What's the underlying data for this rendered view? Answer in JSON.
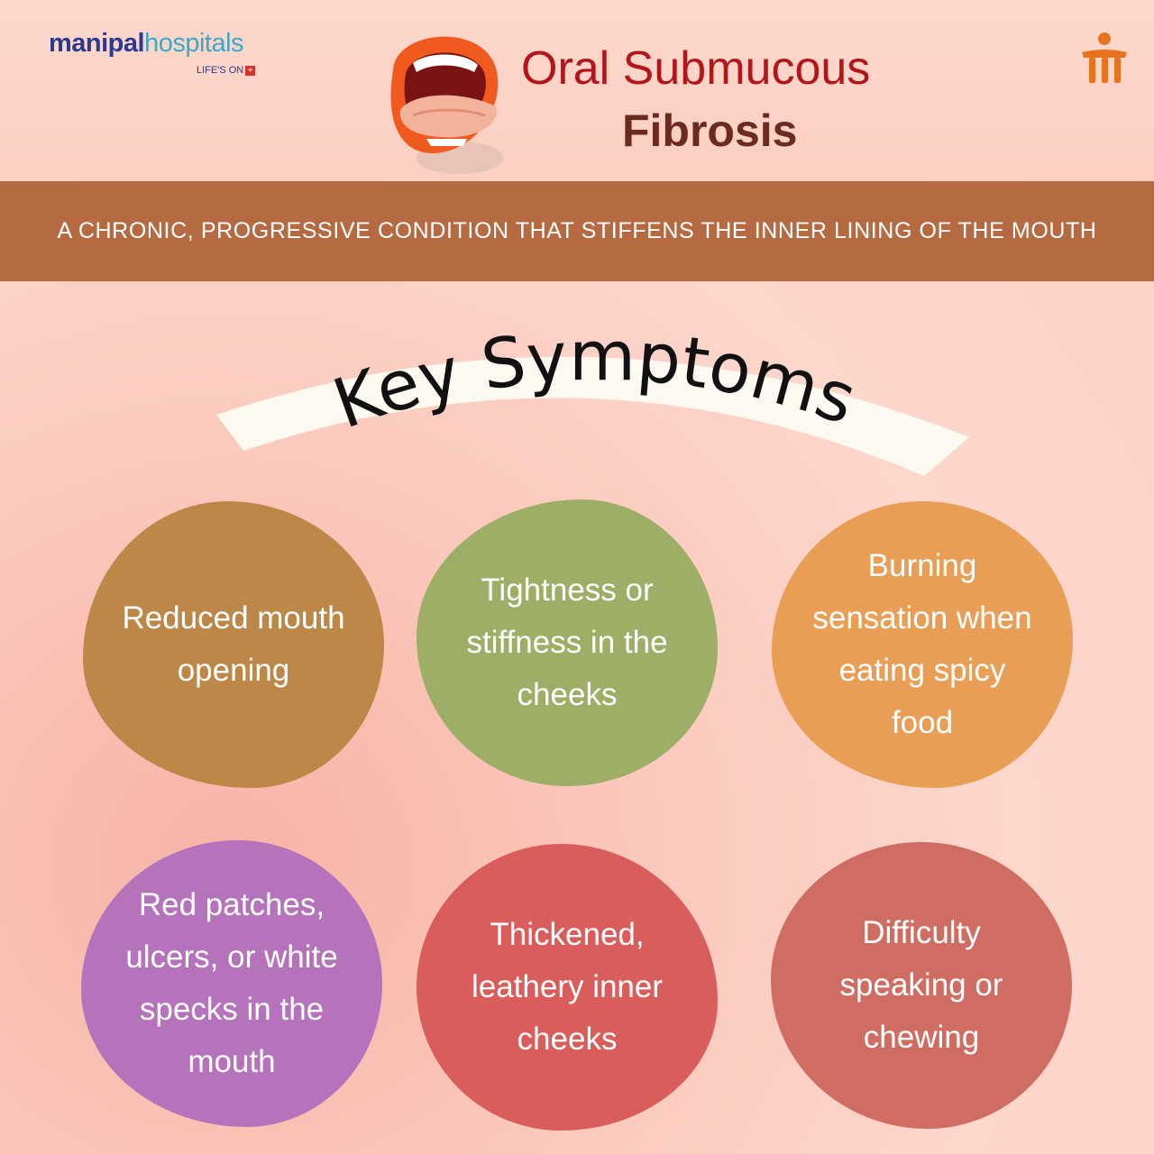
{
  "brand": {
    "name_part1": "manipal",
    "name_part2": "hospitals",
    "tagline": "LIFE'S ON",
    "tagline_icon": "plus-icon"
  },
  "header": {
    "title_line1": "Oral Submucous",
    "title_line2": "Fibrosis",
    "illustration_icon": "open-mouth-icon",
    "corner_icon": "brand-symbol-icon"
  },
  "subtitle": "A CHRONIC, PROGRESSIVE CONDITION THAT STIFFENS THE INNER LINING OF THE MOUTH",
  "section_title": "Key Symptoms",
  "symptoms": [
    {
      "label": "Reduced mouth opening",
      "color": "#bd8747"
    },
    {
      "label": "Tightness or stiffness in the cheeks",
      "color": "#9daf67"
    },
    {
      "label": "Burning sensation when eating spicy food",
      "color": "#e99e55"
    },
    {
      "label": "Red patches, ulcers, or white specks in the mouth",
      "color": "#b473ba"
    },
    {
      "label": "Thickened, leathery inner cheeks",
      "color": "#d95e5b"
    },
    {
      "label": "Difficulty speaking or chewing",
      "color": "#d06d62"
    }
  ],
  "colors": {
    "title_primary": "#b3151a",
    "title_secondary": "#6b2a22",
    "band": "#b56a42",
    "logo_primary": "#2b3a8f",
    "logo_secondary": "#3aa9c8",
    "accent": "#e8731e"
  }
}
